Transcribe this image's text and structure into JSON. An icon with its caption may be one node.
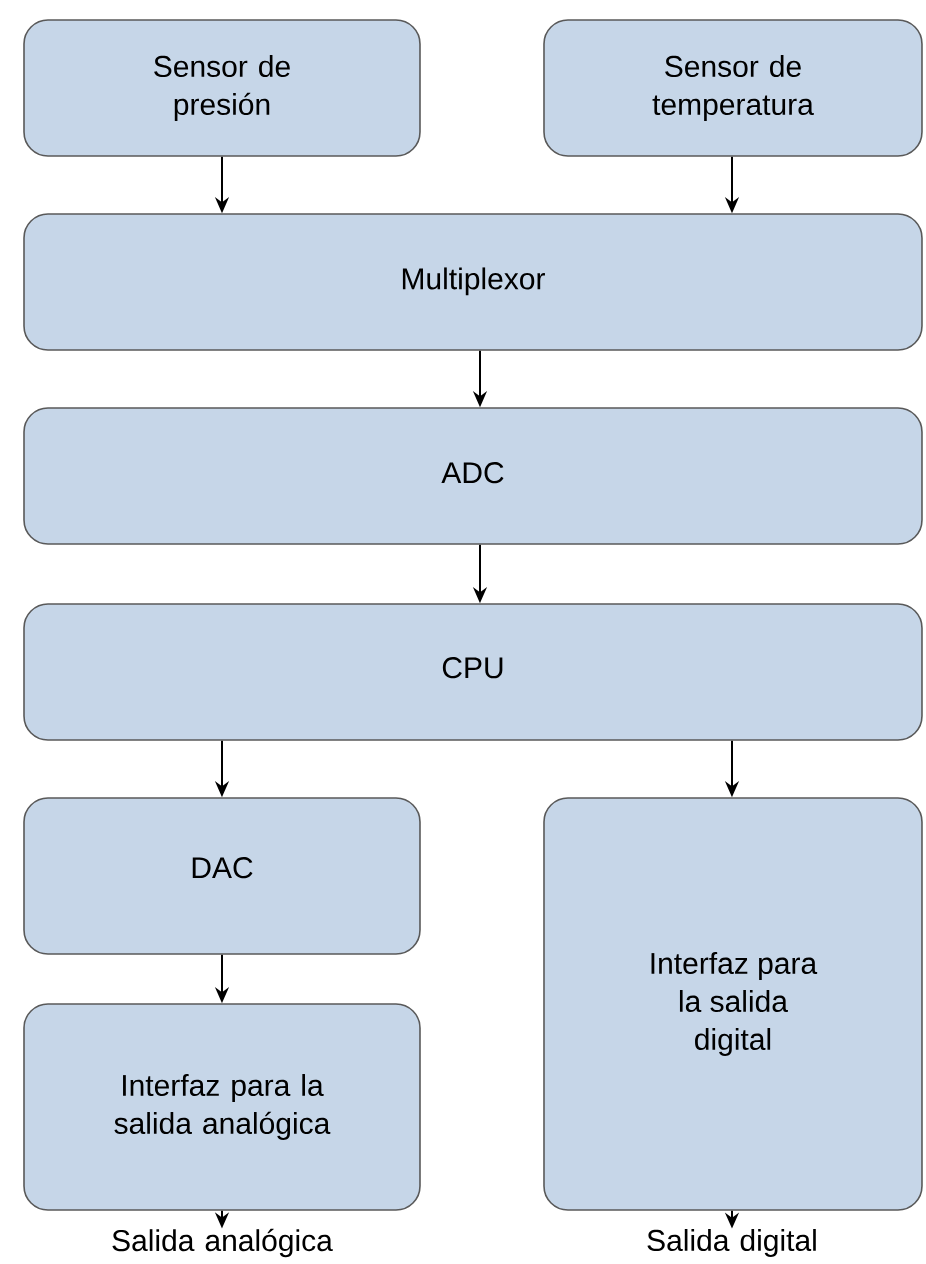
{
  "diagram": {
    "nodes": [
      {
        "text": [
          "Sensor de presión"
        ]
      },
      {
        "text": [
          "Sensor de temperatura"
        ]
      },
      {
        "text": [
          "Multiplexor"
        ]
      },
      {
        "text": [
          "ADC"
        ]
      },
      {
        "text": [
          "CPU"
        ]
      },
      {
        "text": [
          "DAC"
        ]
      },
      {
        "text": [
          "Interfaz para la salida digital"
        ]
      },
      {
        "text": [
          "Interfaz para la salida analógica"
        ]
      },
      {
        "text": [
          "Salida analógica"
        ]
      },
      {
        "text": [
          "Salida digital"
        ]
      }
    ],
    "edges": [
      {
        "from": 0,
        "to": 2,
        "arrow": "to"
      },
      {
        "from": 1,
        "to": 2,
        "arrow": "to"
      },
      {
        "from": 2,
        "to": 3,
        "arrow": "to"
      },
      {
        "from": 3,
        "to": 4,
        "arrow": "to"
      },
      {
        "from": 4,
        "to": 5,
        "arrow": "to"
      },
      {
        "from": 4,
        "to": 6,
        "arrow": "to"
      },
      {
        "from": 5,
        "to": 7,
        "arrow": "to"
      },
      {
        "from": 7,
        "to": 8,
        "arrow": "to"
      },
      {
        "from": 6,
        "to": 9,
        "arrow": "to"
      }
    ]
  }
}
